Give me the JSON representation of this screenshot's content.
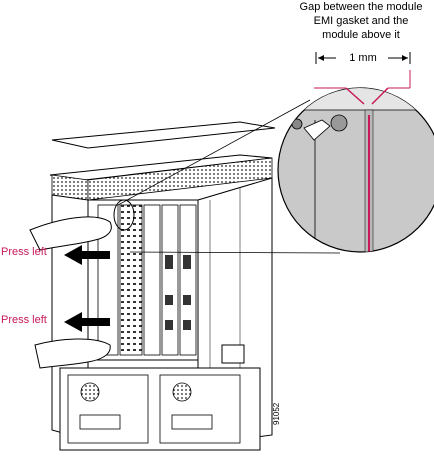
{
  "callout": {
    "line1": "Gap between the module",
    "line2": "EMI gasket and the",
    "line3": "module above it"
  },
  "dimension": {
    "label": "1 mm"
  },
  "labels": {
    "press_left_top": "Press left",
    "press_left_bottom": "Press left"
  },
  "figure_id": "91052",
  "colors": {
    "accent": "#c8185a",
    "line": "#000000",
    "chassis": "#ffffff",
    "magnifier": "#c9c9c9"
  }
}
